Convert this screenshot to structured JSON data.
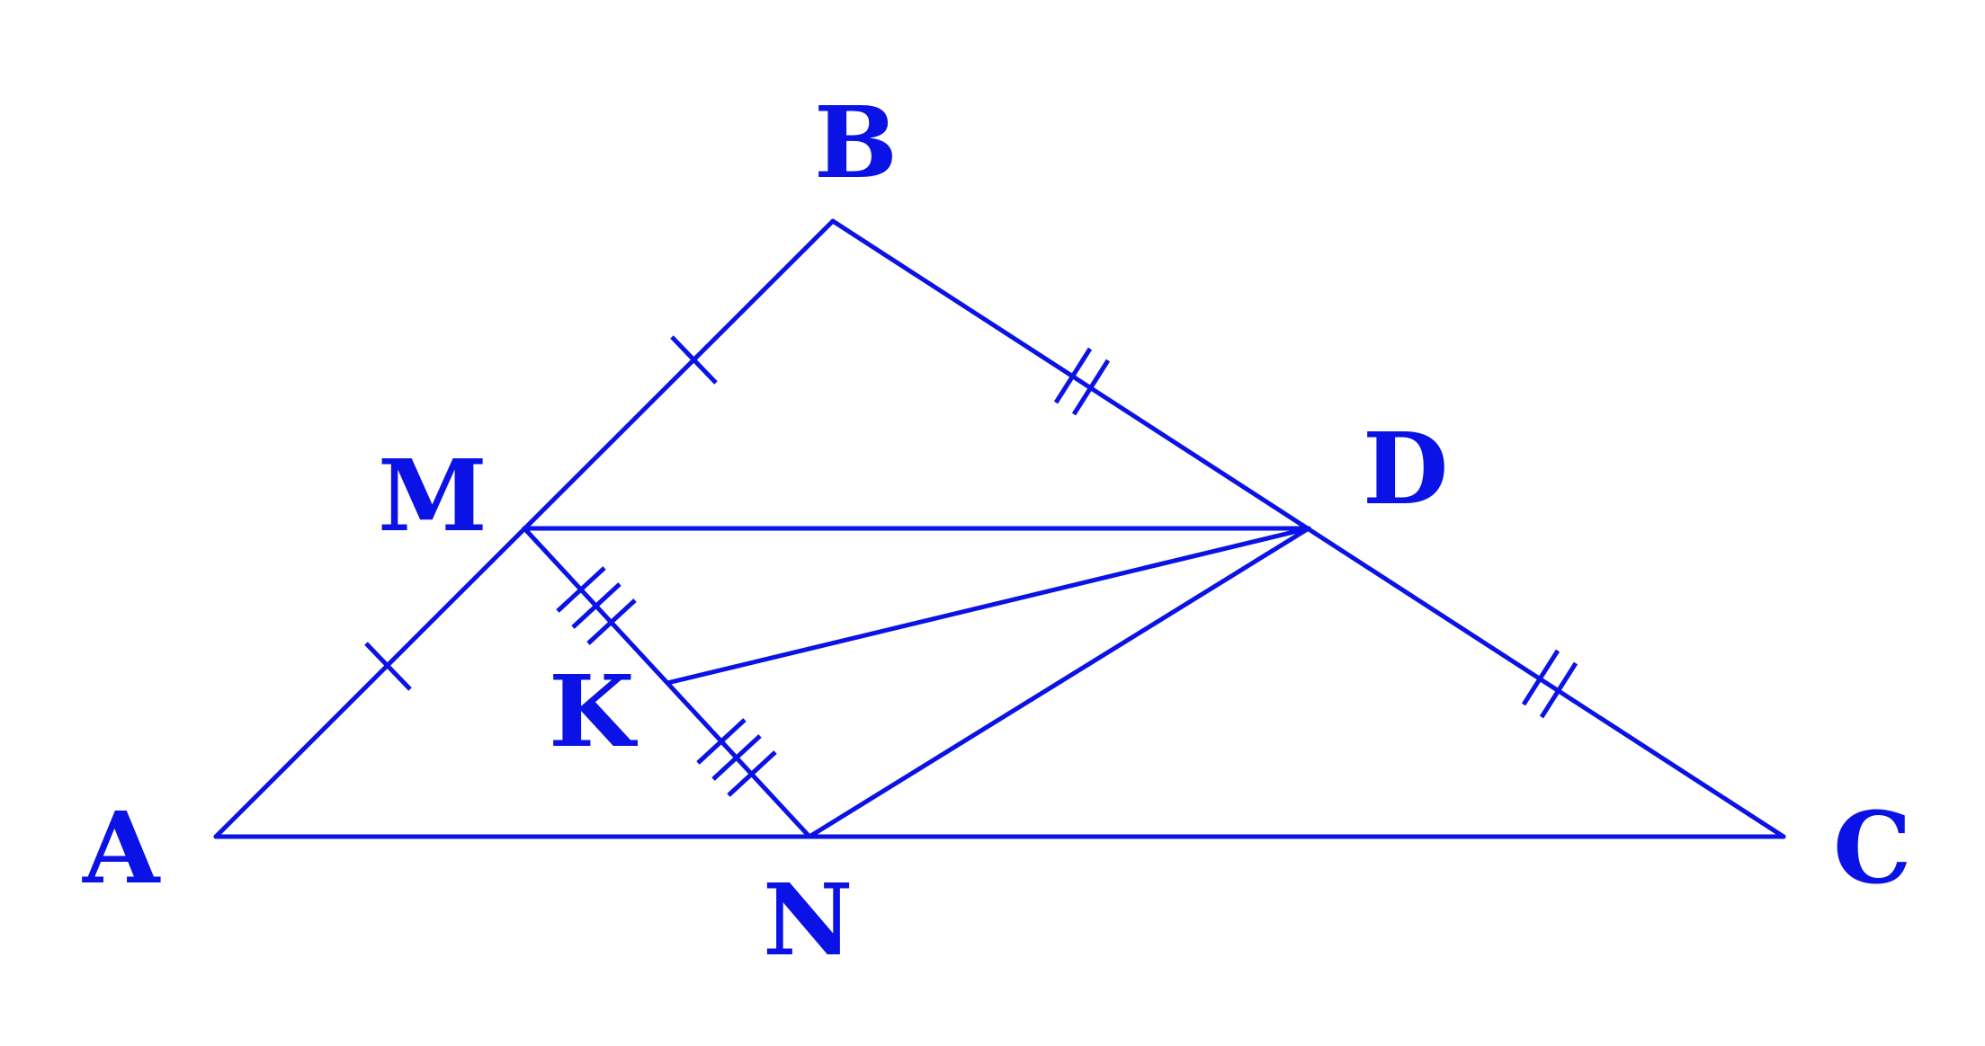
{
  "diagram": {
    "stroke_color": "#0a12e6",
    "labels": {
      "A": "A",
      "B": "B",
      "C": "C",
      "D": "D",
      "M": "M",
      "N": "N",
      "K": "K"
    },
    "segments": [
      "AB",
      "BC",
      "AC",
      "MD",
      "MN",
      "KD",
      "ND"
    ],
    "equal_marks": [
      {
        "segments": [
          "AM",
          "MB"
        ],
        "ticks": 1
      },
      {
        "segments": [
          "BD",
          "DC"
        ],
        "ticks": 2
      },
      {
        "segments": [
          "MK",
          "KN"
        ],
        "ticks": 3
      }
    ]
  }
}
